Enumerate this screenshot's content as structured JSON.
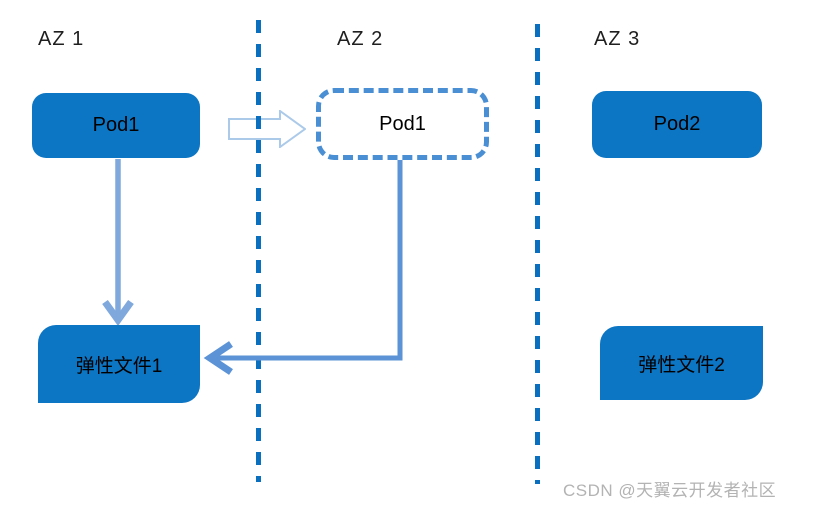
{
  "zones": [
    {
      "label": "AZ 1"
    },
    {
      "label": "AZ 2"
    },
    {
      "label": "AZ 3"
    }
  ],
  "nodes": {
    "pod1_az1": "Pod1",
    "pod1_az2": "Pod1",
    "pod2_az3": "Pod2",
    "file1": "弹性文件1",
    "file2": "弹性文件2"
  },
  "watermark": "CSDN @天翼云开发者社区",
  "colors": {
    "node-blue": "#0d76c4",
    "divider-blue": "#0a6fbe",
    "dash-border-blue": "#4a8fd3",
    "arrow-light": "#7fa8dc",
    "arrow-mid": "#5b93d6",
    "block-arrow-stroke": "#abc9e9"
  }
}
